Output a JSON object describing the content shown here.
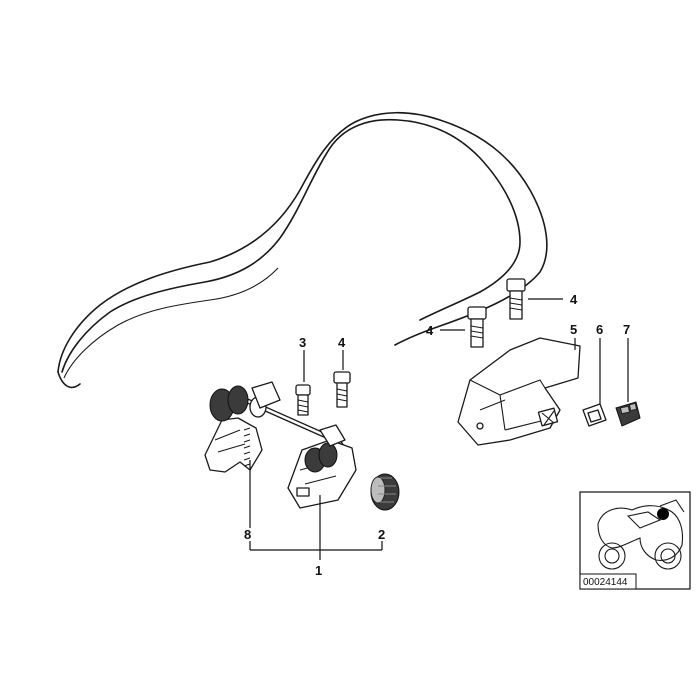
{
  "diagram": {
    "callouts": {
      "c1": "1",
      "c2": "2",
      "c3": "3",
      "c4a": "4",
      "c4b": "4",
      "c4c": "4",
      "c5": "5",
      "c6": "6",
      "c7": "7",
      "c8": "8"
    },
    "inset": {
      "reference_number": "00024144"
    },
    "colors": {
      "line": "#1a1a1a",
      "part_fill": "#ffffff",
      "dark_part": "#3b3b3b",
      "background": "#ffffff"
    }
  }
}
